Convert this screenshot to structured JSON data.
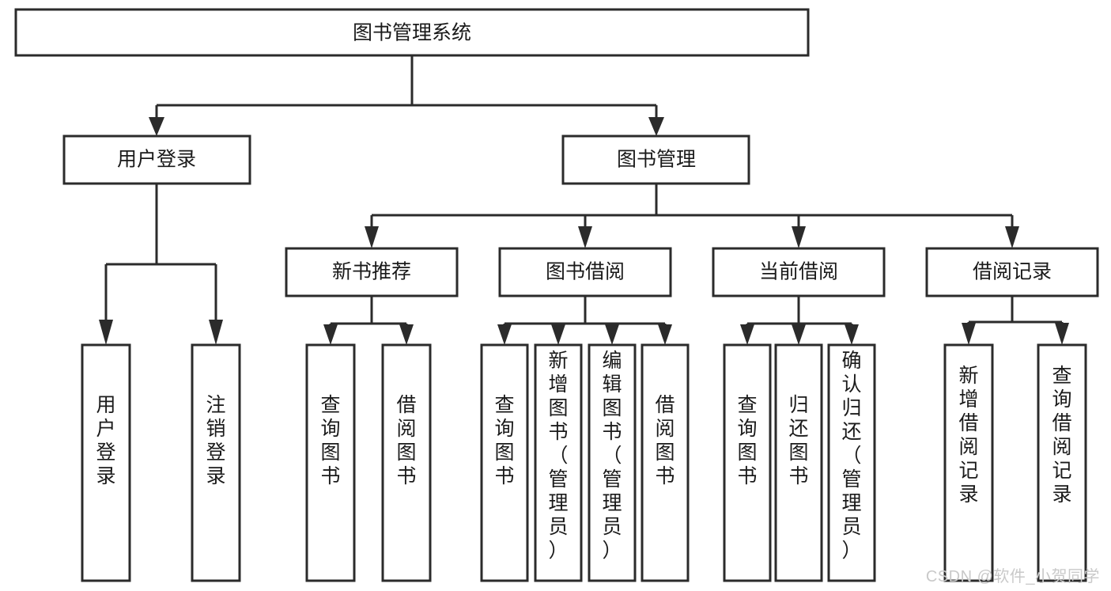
{
  "diagram": {
    "type": "tree-hierarchy",
    "title": "图书管理系统",
    "watermark": "CSDN @软件_小贺同学",
    "colors": {
      "stroke": "#2b2b2b",
      "fill": "#ffffff",
      "text": "#1a1a1a",
      "watermark": "#c9c9c9"
    },
    "levels": {
      "root": {
        "label": "图书管理系统"
      },
      "level2": [
        {
          "id": "user-login",
          "label": "用户登录"
        },
        {
          "id": "book-management",
          "label": "图书管理"
        }
      ],
      "level3": [
        {
          "id": "new-book-recommend",
          "label": "新书推荐",
          "parent": "book-management"
        },
        {
          "id": "book-borrow",
          "label": "图书借阅",
          "parent": "book-management"
        },
        {
          "id": "current-borrow",
          "label": "当前借阅",
          "parent": "book-management"
        },
        {
          "id": "borrow-record",
          "label": "借阅记录",
          "parent": "book-management"
        }
      ],
      "leaves": [
        {
          "id": "leaf-user-login",
          "label": "用户登录",
          "parent": "user-login"
        },
        {
          "id": "leaf-logout-login",
          "label": "注销登录",
          "parent": "user-login"
        },
        {
          "id": "leaf-query-book-1",
          "label": "查询图书",
          "parent": "new-book-recommend"
        },
        {
          "id": "leaf-borrow-book-1",
          "label": "借阅图书",
          "parent": "new-book-recommend"
        },
        {
          "id": "leaf-query-book-2",
          "label": "查询图书",
          "parent": "book-borrow"
        },
        {
          "id": "leaf-add-book",
          "label": "新增图书（管理员）",
          "parent": "book-borrow"
        },
        {
          "id": "leaf-edit-book",
          "label": "编辑图书（管理员）",
          "parent": "book-borrow"
        },
        {
          "id": "leaf-borrow-book-2",
          "label": "借阅图书",
          "parent": "book-borrow"
        },
        {
          "id": "leaf-query-book-3",
          "label": "查询图书",
          "parent": "current-borrow"
        },
        {
          "id": "leaf-return-book",
          "label": "归还图书",
          "parent": "current-borrow"
        },
        {
          "id": "leaf-confirm-return",
          "label": "确认归还（管理员）",
          "parent": "current-borrow"
        },
        {
          "id": "leaf-add-record",
          "label": "新增借阅记录",
          "parent": "borrow-record"
        },
        {
          "id": "leaf-query-record",
          "label": "查询借阅记录",
          "parent": "borrow-record"
        }
      ]
    }
  }
}
